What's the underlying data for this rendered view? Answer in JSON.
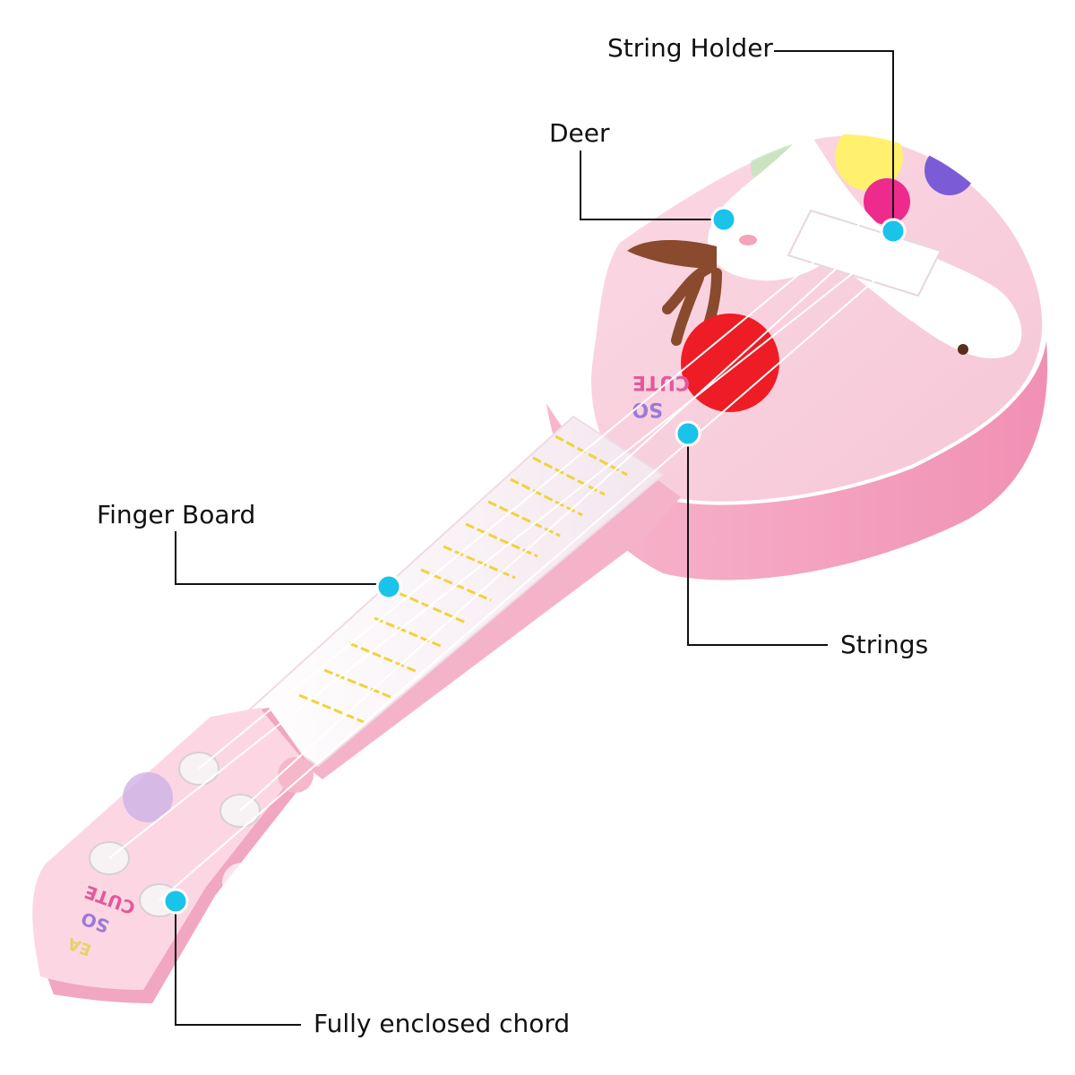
{
  "labels": {
    "string_holder": "String Holder",
    "deer": "Deer",
    "finger_board": "Finger Board",
    "strings": "Strings",
    "chord": "Fully enclosed chord"
  },
  "decal_text": {
    "body_so": "SO",
    "body_cute": "CUTE",
    "head_so": "SO",
    "head_cute": "CUTE",
    "head_ea": "EA"
  },
  "colors": {
    "body_pink": "#f8cfdc",
    "edge_pink": "#f2a9c4",
    "marker_cyan": "#1ac3ea",
    "sound_hole_red": "#ee1c25",
    "fret_yellow": "#f2d23a",
    "leader_line": "#111111"
  }
}
